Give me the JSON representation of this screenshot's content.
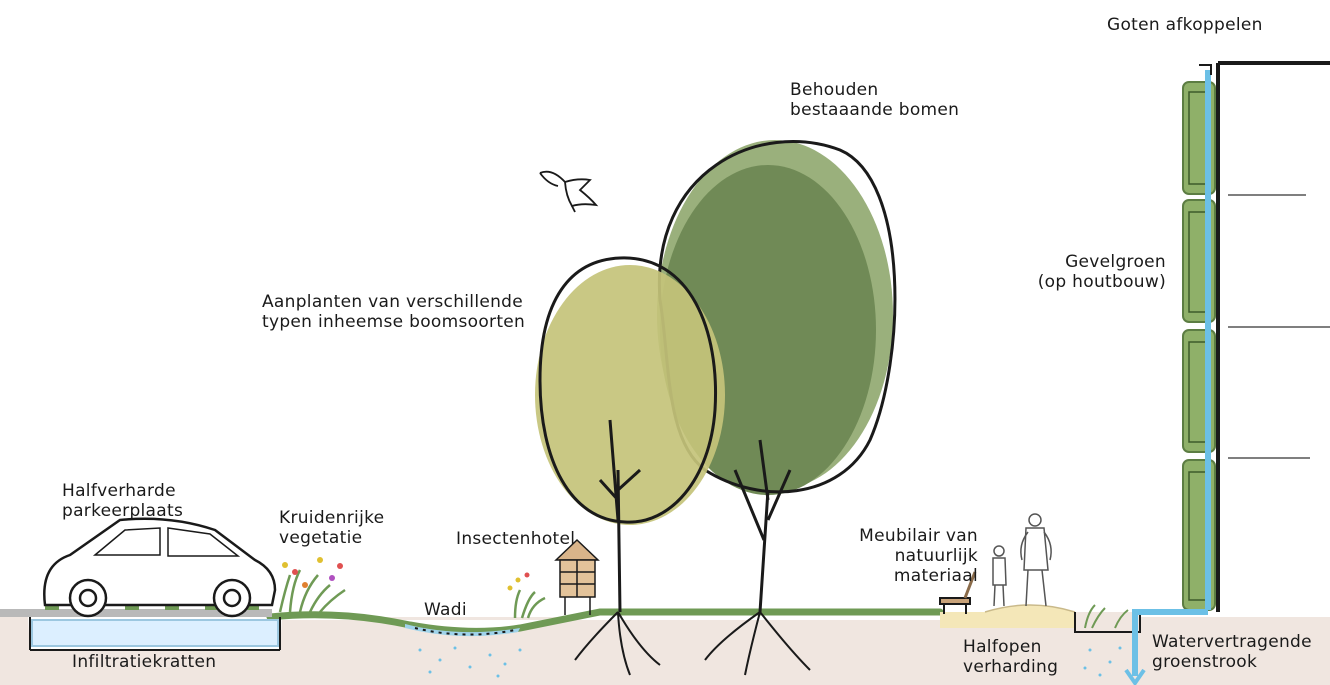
{
  "labels": {
    "goten": "Goten afkoppelen",
    "behouden": "Behouden\nbestaaande bomen",
    "gevelgroen": "Gevelgroen\n(op houtbouw)",
    "aanplanten": "Aanplanten van verschillende\ntypen inheemse boomsoorten",
    "halfverharde": "Halfverharde\nparkeerplaats",
    "kruidenrijke": "Kruidenrijke\nvegetatie",
    "insectenhotel": "Insectenhotel",
    "meubilair": "Meubilair van\nnatuurlijk\nmateriaal",
    "wadi": "Wadi",
    "infiltratie": "Infiltratiekratten",
    "halfopen": "Halfopen\nverharding",
    "watervertragende": "Watervertragende\ngroenstrook"
  },
  "colors": {
    "ground": "#f0e6e0",
    "grass": "#6f9a55",
    "tree_light": "#c4c37a",
    "tree_dark_back": "#9ab07c",
    "tree_dark_front": "#708a56",
    "water": "#9fd3ea",
    "water_line": "#6cc0e6",
    "facade_green": "#8fb069",
    "sand": "#f4e7b8"
  }
}
